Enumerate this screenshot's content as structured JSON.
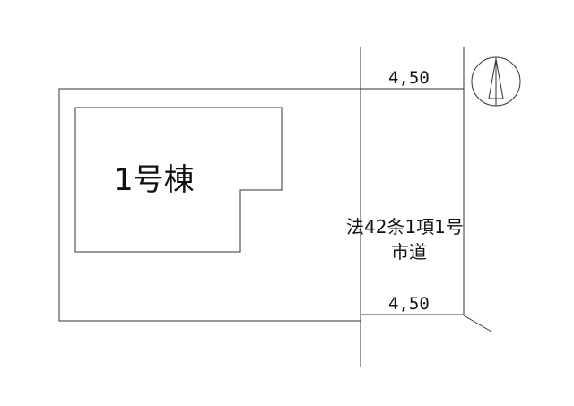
{
  "building": {
    "label": "1号棟"
  },
  "road": {
    "law_label": "法42条1項1号",
    "type_label": "市道",
    "width_top": "4,50",
    "width_bottom": "4,50"
  },
  "north_arrow": {
    "icon": "north-arrow-icon"
  },
  "colors": {
    "line": "#333333",
    "text": "#111111",
    "background": "#ffffff"
  }
}
